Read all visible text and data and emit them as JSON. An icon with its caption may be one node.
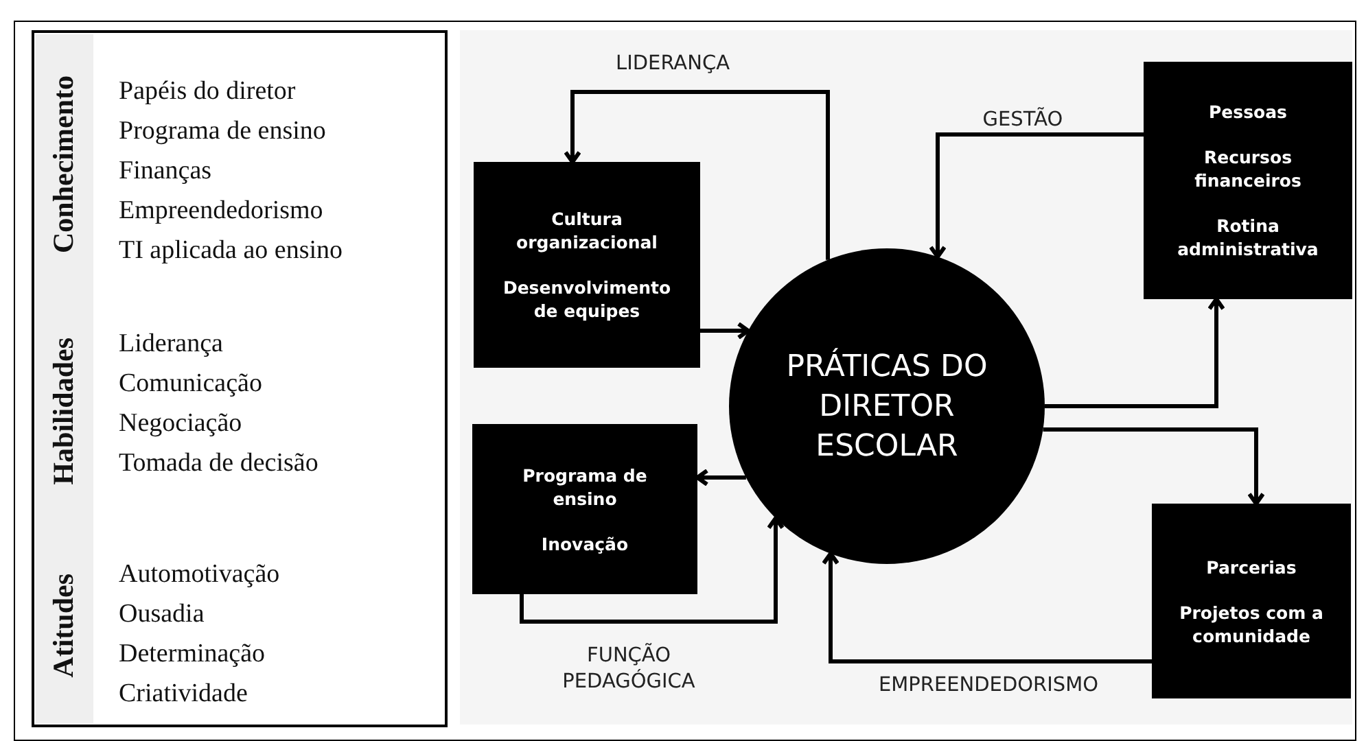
{
  "diagram": {
    "nodes": [
      {
        "text": [],
        "shape": "box"
      },
      {
        "text": [
          "Conhecimento",
          "Papéis do diretor",
          "Programa de ensino",
          "Finanças",
          "Empreendedorismo",
          "TI aplicada ao ensino"
        ],
        "in": 0
      },
      {
        "text": [
          "Habilidades",
          "Liderança",
          "Comunicação",
          "Negociação",
          "Tomada de decisão"
        ],
        "in": 0
      },
      {
        "text": [
          "Atitudes",
          "Automotivação",
          "Ousadia",
          "Determinação",
          "Criatividade"
        ],
        "in": 0
      },
      {
        "text": [
          "Cultura organizacional",
          "Desenvolvimento de equipes"
        ]
      },
      {
        "text": [
          "Pessoas",
          "Recursos financeiros",
          "Rotina administrativa"
        ]
      },
      {
        "text": [
          "PRÁTICAS DO DIRETOR ESCOLAR"
        ]
      },
      {
        "text": [
          "Programa de ensino",
          "Inovação"
        ]
      },
      {
        "text": [
          "Parcerias",
          "Projetos com a comunidade"
        ]
      }
    ],
    "edges": [
      {
        "from": 6,
        "to": 4,
        "arrow": "to",
        "label": "LIDERANÇA"
      },
      {
        "from": 4,
        "to": 6,
        "arrow": "to"
      },
      {
        "from": 5,
        "to": 6,
        "arrow": "to",
        "label": "GESTÃO"
      },
      {
        "from": 6,
        "to": 5,
        "arrow": "to"
      },
      {
        "from": 6,
        "to": 7,
        "arrow": "to"
      },
      {
        "from": 7,
        "to": 6,
        "arrow": "to",
        "label": "FUNÇÃO PEDAGÓGICA"
      },
      {
        "from": 6,
        "to": 8,
        "arrow": "to"
      },
      {
        "from": 8,
        "to": 6,
        "arrow": "to",
        "label": "EMPREENDEDORISMO"
      }
    ]
  }
}
